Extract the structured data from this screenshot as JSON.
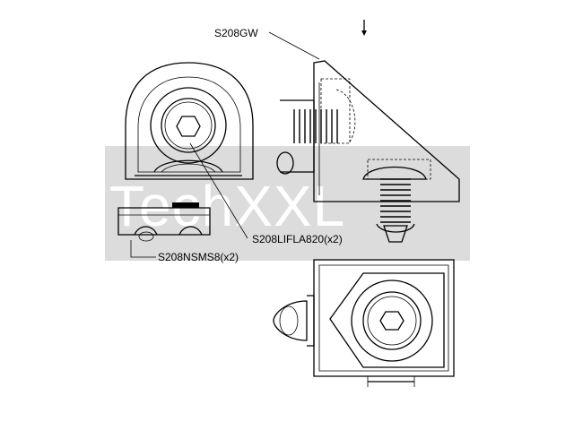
{
  "watermark": {
    "text": "TechXXL",
    "color": "#d9d9d9"
  },
  "callouts": {
    "gusset": "S208GW",
    "bolt": "S208LIFLA820(x2)",
    "nut": "S208NSMS8(x2)"
  },
  "colors": {
    "line": "#000000",
    "background": "#ffffff"
  }
}
